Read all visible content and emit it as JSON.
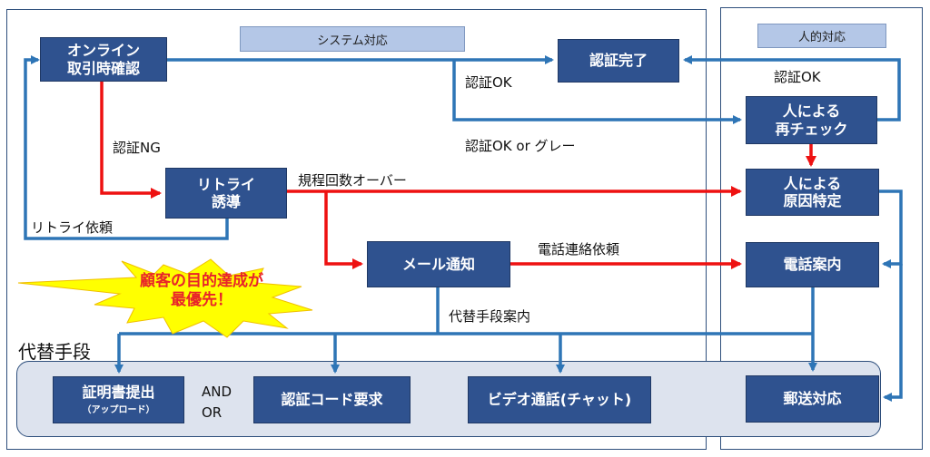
{
  "sections": {
    "system": "システム対応",
    "human": "人的対応",
    "alternatives": "代替手段"
  },
  "nodes": {
    "online": [
      "オンライン",
      "取引時確認"
    ],
    "auth_done": "認証完了",
    "retry": [
      "リトライ",
      "誘導"
    ],
    "mail": "メール通知",
    "recheck": [
      "人による",
      "再チェック"
    ],
    "cause": [
      "人による",
      "原因特定"
    ],
    "phone": "電話案内",
    "cert": "証明書提出",
    "cert_sub": "（アップロード）",
    "code": "認証コード要求",
    "video": "ビデオ通話(チャット)",
    "mail_post": "郵送対応"
  },
  "edge_labels": {
    "ok_1": "認証OK",
    "ok_2": "認証OK",
    "ok_gray": "認証OK or グレー",
    "ng": "認証NG",
    "over": "規程回数オーバー",
    "retry_req": "リトライ依頼",
    "phone_req": "電話連絡依頼",
    "alt_guide": "代替手段案内",
    "and": "AND",
    "or": "OR"
  },
  "callout": [
    "顧客の目的達成が",
    "最優先！"
  ],
  "colors": {
    "box": "#2f528f",
    "blue_arrow": "#2e75b6",
    "red_arrow": "#ee1111",
    "burst": "#ffff00",
    "callout_text": "#e8232a"
  }
}
